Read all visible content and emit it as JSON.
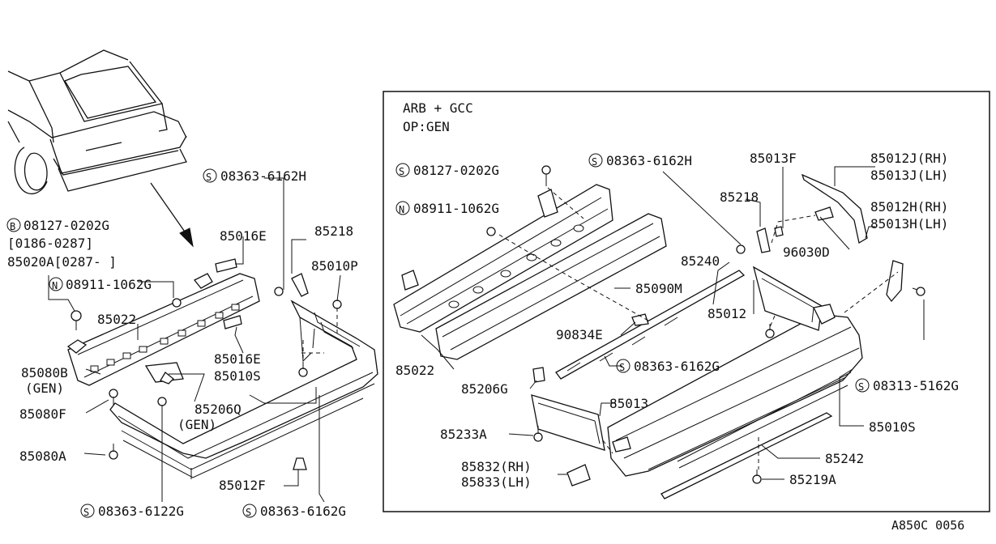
{
  "inset_header": {
    "line1": "ARB + GCC",
    "line2": "OP:GEN"
  },
  "footer_code": "A850C 0056",
  "callouts": {
    "l_bolt_b": "08127-0202G",
    "l_range1": "[0186-0287]",
    "l_85020a": "85020A[0287- ]",
    "l_nut_n": "08911-1062G",
    "l_85022": "85022",
    "l_85080b": "85080B",
    "l_gen1": "(GEN)",
    "l_85080f": "85080F",
    "l_85080a": "85080A",
    "l_85016e_top": "85016E",
    "l_85016e_bot": "85016E",
    "l_85010s": "85010S",
    "l_85206q": "85206Q",
    "l_gen2": "(GEN)",
    "l_s_6162h": "08363-6162H",
    "l_85218": "85218",
    "l_85010p": "85010P",
    "l_85012f": "85012F",
    "l_s_6122g": "08363-6122G",
    "l_s_6162g": "08363-6162G",
    "r_s_0202g": "08127-0202G",
    "r_n_1062g": "08911-1062G",
    "r_85022": "85022",
    "r_s_6162h": "08363-6162H",
    "r_85090m": "85090M",
    "r_90834e": "90834E",
    "r_85013f": "85013F",
    "r_85218": "85218",
    "r_96030d": "96030D",
    "r_85240": "85240",
    "r_85012": "85012",
    "r_85012j": "85012J(RH)",
    "r_85013j": "85013J(LH)",
    "r_85012h": "85012H(RH)",
    "r_85013h": "85013H(LH)",
    "r_s_6162g": "08363-6162G",
    "r_s_5162g": "08313-5162G",
    "r_85206g": "85206G",
    "r_85013": "85013",
    "r_85233a": "85233A",
    "r_85832": "85832(RH)",
    "r_85833": "85833(LH)",
    "r_85010s": "85010S",
    "r_85242": "85242",
    "r_85219a": "85219A"
  },
  "symbols": {
    "s": "S",
    "n": "N",
    "b": "B"
  }
}
